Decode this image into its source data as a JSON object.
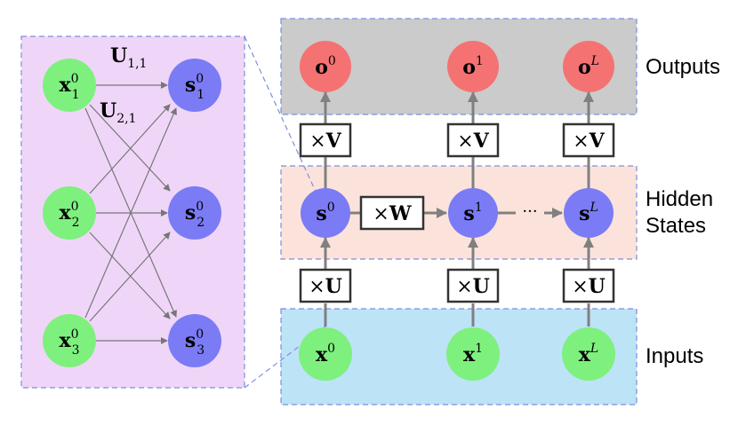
{
  "colors": {
    "input_node": "#7ef07e",
    "hidden_node": "#7b7bf5",
    "output_node": "#f57272",
    "output_panel": "#cbcbcb",
    "hidden_panel": "#fbe3dc",
    "input_panel": "#bde3f6",
    "detail_panel": "#efd6f8",
    "panel_border": "#7b8fe0"
  },
  "row_labels": {
    "outputs": "Outputs",
    "hidden_line1": "Hidden",
    "hidden_line2": "States",
    "inputs": "Inputs"
  },
  "output_nodes": [
    {
      "base": "o",
      "sup": "0"
    },
    {
      "base": "o",
      "sup": "1"
    },
    {
      "base": "o",
      "sup": "L"
    }
  ],
  "hidden_nodes": [
    {
      "base": "s",
      "sup": "0"
    },
    {
      "base": "s",
      "sup": "1"
    },
    {
      "base": "s",
      "sup": "L"
    }
  ],
  "input_nodes": [
    {
      "base": "x",
      "sup": "0"
    },
    {
      "base": "x",
      "sup": "1"
    },
    {
      "base": "x",
      "sup": "L"
    }
  ],
  "weight_boxes": {
    "output": {
      "op": "×",
      "mat": "V"
    },
    "input": {
      "op": "×",
      "mat": "U"
    },
    "recurrent": {
      "op": "×",
      "mat": "W"
    }
  },
  "ellipsis": "···",
  "detail": {
    "inputs": [
      {
        "base": "x",
        "sup": "0",
        "sub": "1"
      },
      {
        "base": "x",
        "sup": "0",
        "sub": "2"
      },
      {
        "base": "x",
        "sup": "0",
        "sub": "3"
      }
    ],
    "hidden": [
      {
        "base": "s",
        "sup": "0",
        "sub": "1"
      },
      {
        "base": "s",
        "sup": "0",
        "sub": "2"
      },
      {
        "base": "s",
        "sup": "0",
        "sub": "3"
      }
    ],
    "edge_labels": [
      {
        "base": "U",
        "sub": "1,1"
      },
      {
        "base": "U",
        "sub": "2,1"
      }
    ]
  }
}
